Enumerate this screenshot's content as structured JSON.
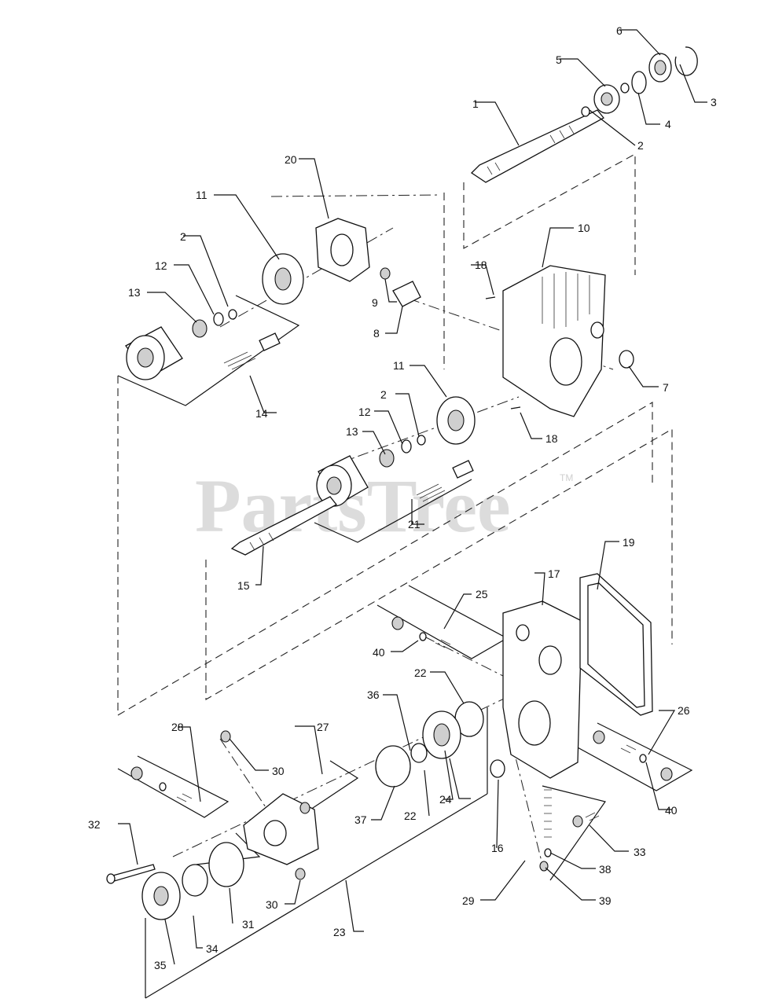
{
  "watermark": {
    "brand": "PartsTree",
    "trademark": "TM"
  },
  "callouts": [
    "1",
    "2",
    "2",
    "2",
    "3",
    "4",
    "5",
    "6",
    "7",
    "8",
    "9",
    "10",
    "11",
    "11",
    "12",
    "12",
    "13",
    "13",
    "14",
    "15",
    "16",
    "17",
    "18",
    "18",
    "19",
    "20",
    "21",
    "22",
    "22",
    "23",
    "24",
    "25",
    "26",
    "27",
    "28",
    "29",
    "30",
    "30",
    "31",
    "32",
    "33",
    "34",
    "35",
    "36",
    "37",
    "38",
    "39",
    "40",
    "40"
  ]
}
